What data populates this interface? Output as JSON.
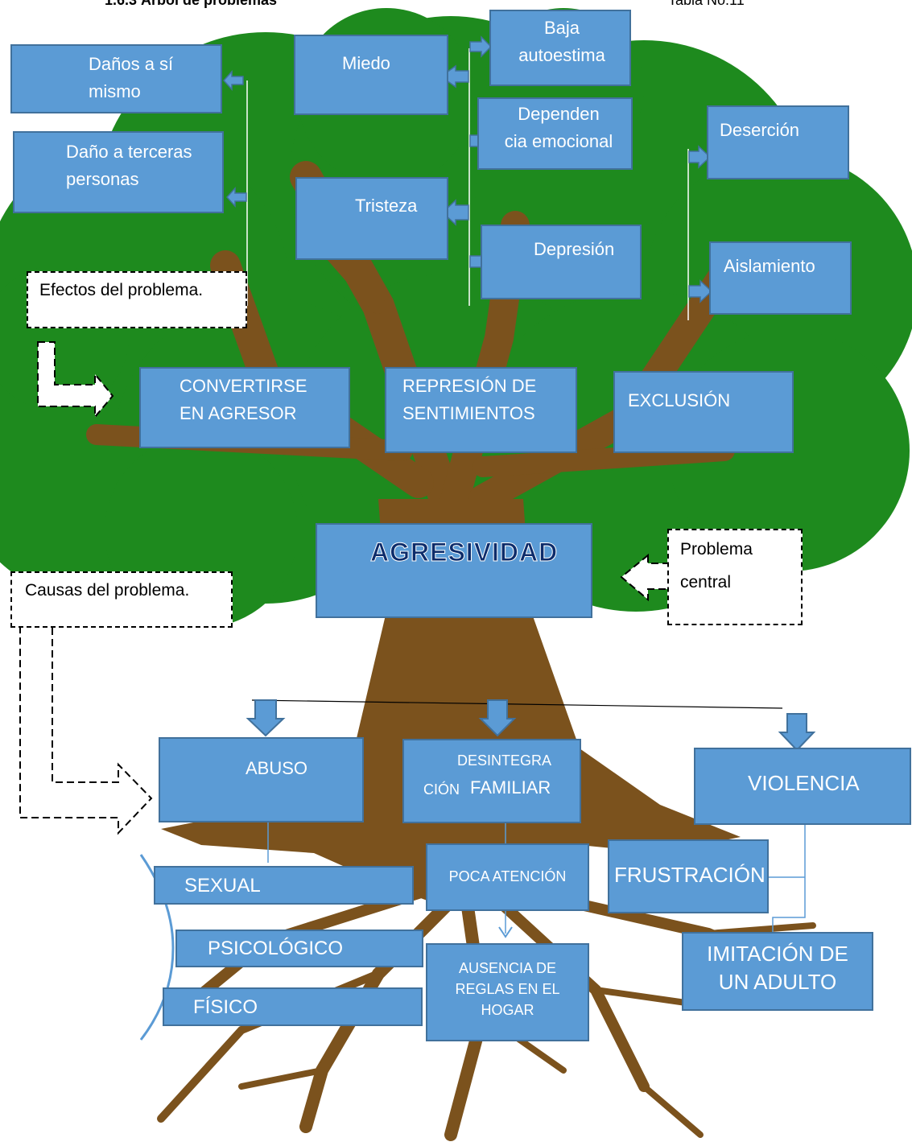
{
  "header": {
    "title": "1.6.3 Árbol de problemas",
    "table_ref": "Tabla No.11"
  },
  "colors": {
    "box": "#5b9bd5",
    "box_border": "#41719c",
    "foliage": "#1e8a1e",
    "trunk": "#7b521d"
  },
  "labels": {
    "effects": "Efectos del problema.",
    "causes": "Causas del problema.",
    "central_problem": "Problema\ncentral"
  },
  "effects": {
    "danos_si_mismo": "Daños a sí\nmismo",
    "dano_terceras": "Daño a terceras\npersonas",
    "miedo": "Miedo",
    "baja_autoestima": "Baja\nautoestima",
    "dependencia": "Dependen\ncia emocional",
    "tristeza": "Tristeza",
    "depresion": "Depresión",
    "desercion": "Deserción",
    "aislamiento": "Aislamiento",
    "convertirse": "CONVERTIRSE\nEN AGRESOR",
    "represion": "REPRESIÓN DE\nSENTIMIENTOS",
    "exclusion": "EXCLUSIÓN"
  },
  "core": {
    "problem": "AGRESIVIDAD"
  },
  "causes": {
    "abuso": "ABUSO",
    "desintegra_small": "DESINTEGRA",
    "cion_small": "CIÓN",
    "familiar": "FAMILIAR",
    "violencia": "VIOLENCIA",
    "sexual": "SEXUAL",
    "psicologico": "PSICOLÓGICO",
    "fisico": "FÍSICO",
    "poca_atencion": "POCA ATENCIÓN",
    "ausencia_reglas": "AUSENCIA DE\nREGLAS EN EL\nHOGAR",
    "frustracion": "FRUSTRACIÓN",
    "imitacion": "IMITACIÓN DE\nUN ADULTO"
  }
}
